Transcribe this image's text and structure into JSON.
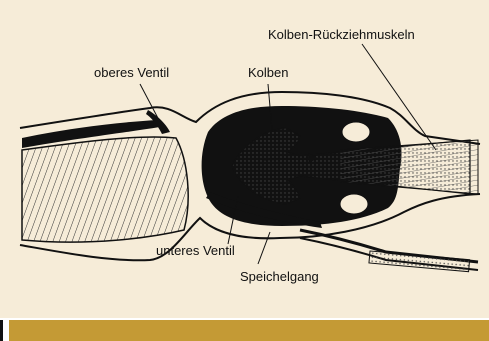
{
  "labels": {
    "piston_retractor_muscles": "Kolben-Rückziehmuskeln",
    "upper_valve": "oberes Ventil",
    "piston": "Kolben",
    "lower_valve": "unteres Ventil",
    "salivary_duct": "Speichelgang"
  },
  "colors": {
    "background": "#f6ecd8",
    "ink": "#111111",
    "bar": "#c49a35",
    "hatch_fill": "#e8dcc4"
  }
}
